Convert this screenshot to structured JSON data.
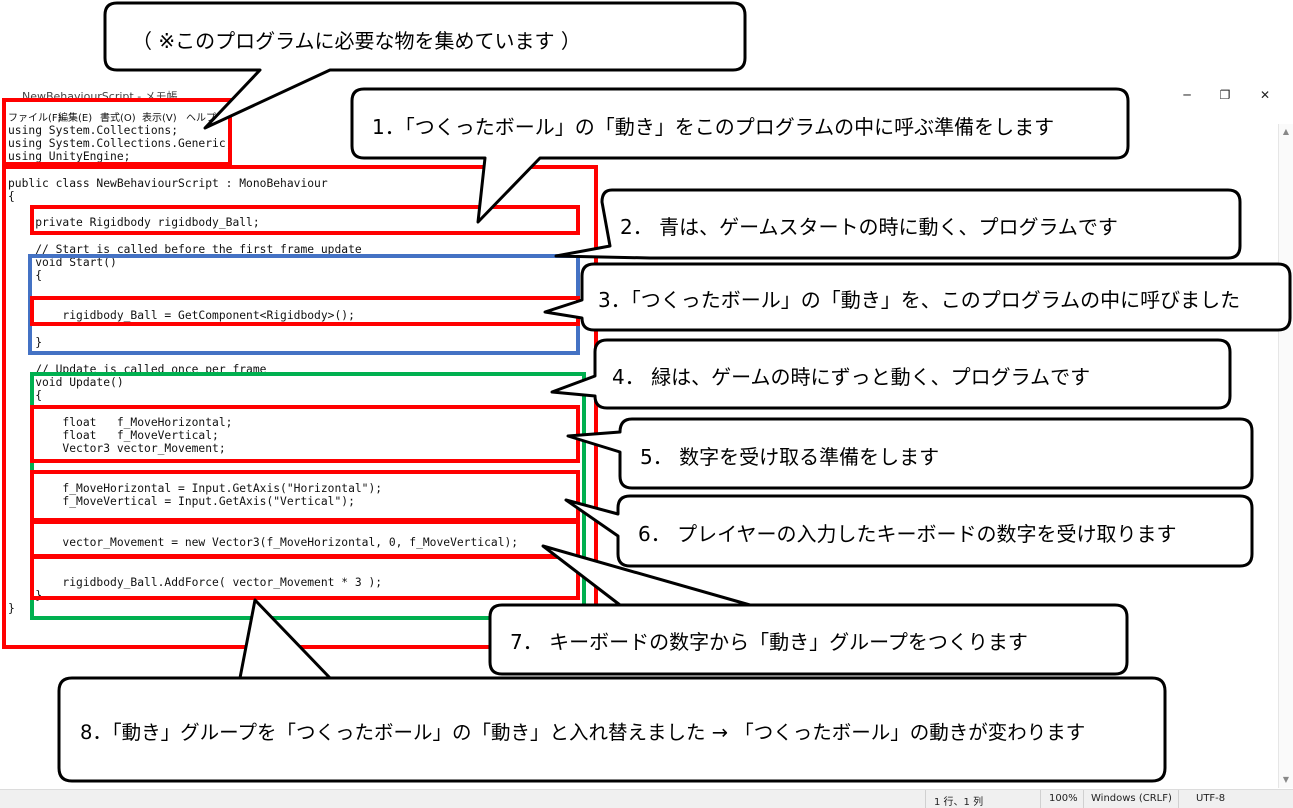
{
  "window": {
    "title": "NewBehaviourScript - メモ帳",
    "minimize": "─",
    "maximize": "❐",
    "close": "✕"
  },
  "menu": [
    "ファイル(F)",
    "編集(E)",
    "書式(O)",
    "表示(V)",
    "ヘルプ"
  ],
  "code": [
    "using System.Collections;",
    "using System.Collections.Generic;",
    "using UnityEngine;",
    "public class NewBehaviourScript : MonoBehaviour",
    "{",
    "    private Rigidbody rigidbody_Ball;",
    "    // Start is called before the first frame update",
    "    void Start()",
    "    {",
    "        rigidbody_Ball = GetComponent<Rigidbody>();",
    "    }",
    "    // Update is called once per frame",
    "    void Update()",
    "    {",
    "        float   f_MoveHorizontal;",
    "        float   f_MoveVertical;",
    "        Vector3 vector_Movement;",
    "        f_MoveHorizontal = Input.GetAxis(\"Horizontal\");",
    "        f_MoveVertical = Input.GetAxis(\"Vertical\");",
    "        vector_Movement = new Vector3(f_MoveHorizontal, 0, f_MoveVertical);",
    "        rigidbody_Ball.AddForce( vector_Movement * 3 );",
    "    }",
    "}"
  ],
  "status": {
    "position": "1 行、1 列",
    "zoom": "100%",
    "line_ending": "Windows (CRLF)",
    "encoding": "UTF-8"
  },
  "callouts": {
    "top": "（ ※このプログラムに必要な物を集めています ）",
    "c1": "1．「つくったボール」の「動き」をこのプログラムの中に呼ぶ準備をします",
    "c2": "2． 青は、ゲームスタートの時に動く、プログラムです",
    "c3": "3．「つくったボール」の「動き」を、このプログラムの中に呼びました",
    "c4": "4． 緑は、ゲームの時にずっと動く、プログラムです",
    "c5": "5． 数字を受け取る準備をします",
    "c6": "6． プレイヤーの入力したキーボードの数字を受け取ります",
    "c7": "7． キーボードの数字から「動き」グループをつくります",
    "c8": "8．「動き」グループを「つくったボール」の「動き」と入れ替えました → 「つくったボール」の動きが変わります"
  },
  "colors": {
    "red": "#ff0000",
    "blue": "#4472c4",
    "green": "#00b050"
  }
}
